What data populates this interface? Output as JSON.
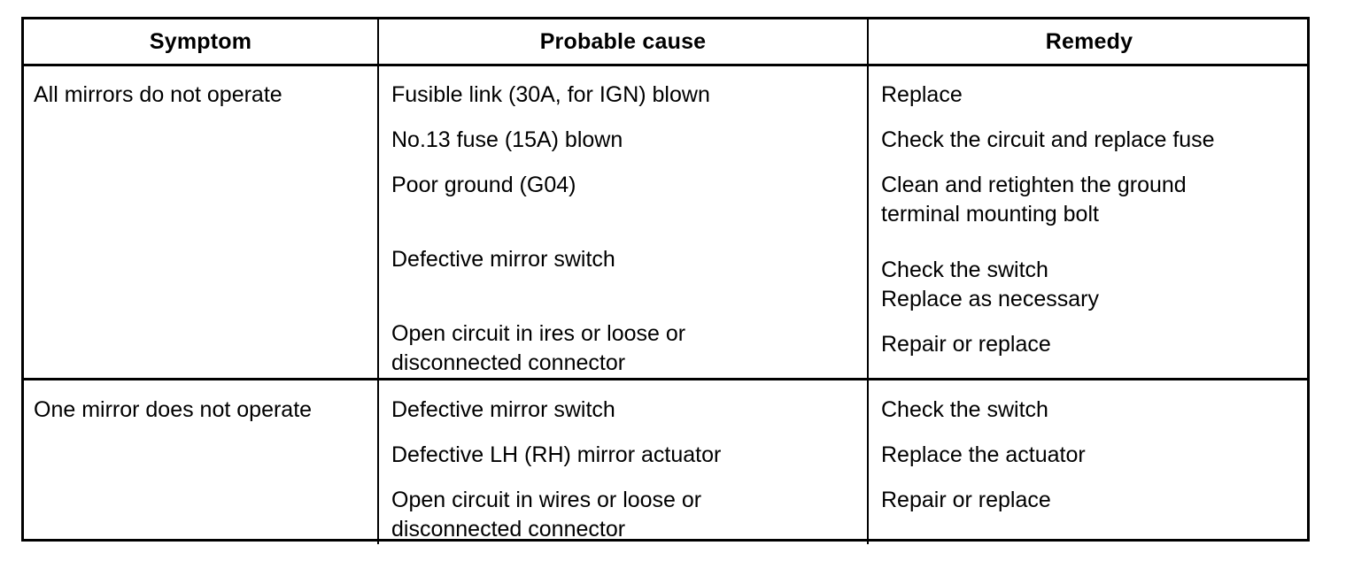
{
  "table": {
    "columns": [
      {
        "key": "symptom",
        "label": "Symptom"
      },
      {
        "key": "cause",
        "label": "Probable cause"
      },
      {
        "key": "remedy",
        "label": "Remedy"
      }
    ],
    "rows": [
      {
        "symptom": "All mirrors do not operate",
        "entries": [
          {
            "cause": "Fusible link (30A, for IGN) blown",
            "remedy": "Replace"
          },
          {
            "cause": "No.13 fuse (15A) blown",
            "remedy": "Check the circuit and replace fuse"
          },
          {
            "cause": "Poor ground (G04)",
            "remedy": "Clean and retighten the ground\nterminal mounting bolt"
          },
          {
            "cause": "Defective mirror switch",
            "remedy": "Check the switch\nReplace as necessary"
          },
          {
            "cause": "Open circuit in ires or loose or\ndisconnected connector",
            "remedy": "Repair or replace"
          }
        ]
      },
      {
        "symptom": "One mirror does not operate",
        "entries": [
          {
            "cause": "Defective mirror switch",
            "remedy": "Check the switch"
          },
          {
            "cause": "Defective LH (RH) mirror actuator",
            "remedy": "Replace the actuator"
          },
          {
            "cause": "Open circuit in wires or loose or\ndisconnected connector",
            "remedy": "Repair or replace"
          }
        ]
      }
    ]
  }
}
